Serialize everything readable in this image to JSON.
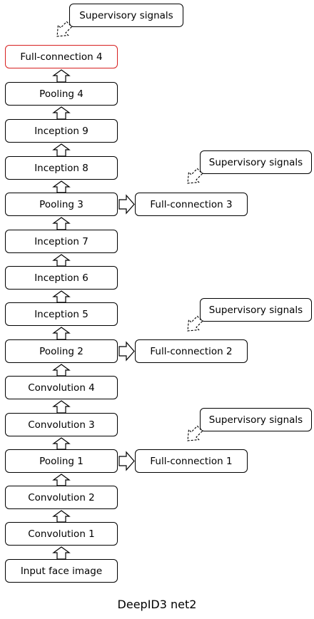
{
  "nodes": {
    "input": "Input face image",
    "conv1": "Convolution 1",
    "conv2": "Convolution 2",
    "pool1": "Pooling 1",
    "conv3": "Convolution 3",
    "conv4": "Convolution 4",
    "pool2": "Pooling 2",
    "inc5": "Inception 5",
    "inc6": "Inception 6",
    "inc7": "Inception 7",
    "pool3": "Pooling 3",
    "inc8": "Inception 8",
    "inc9": "Inception 9",
    "pool4": "Pooling 4",
    "fc4": "Full-connection 4",
    "fc1": "Full-connection 1",
    "fc2": "Full-connection 2",
    "fc3": "Full-connection 3",
    "sup_top": "Supervisory signals",
    "sup1": "Supervisory signals",
    "sup2": "Supervisory signals",
    "sup3": "Supervisory signals"
  },
  "highlight_color": "#d72020",
  "caption": "DeepID3 net2"
}
